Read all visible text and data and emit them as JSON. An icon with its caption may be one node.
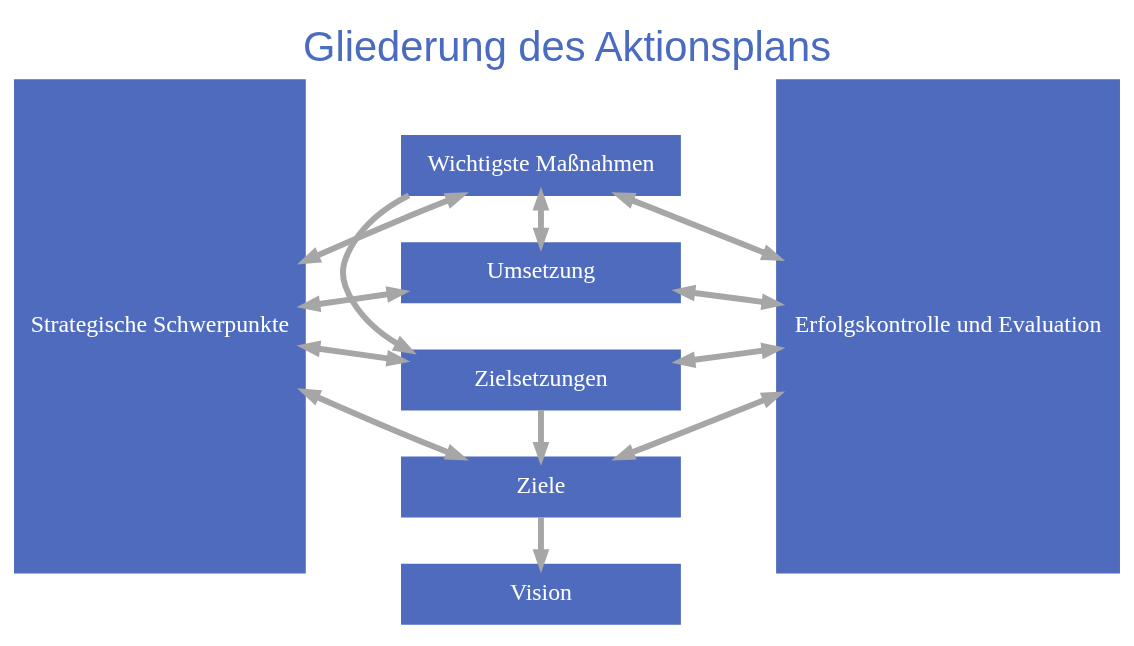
{
  "diagram": {
    "title": "Gliederung des Aktionsplans",
    "nodes": [
      {
        "text": [
          "Strategische Schwerpunkte"
        ]
      },
      {
        "text": [
          "Vision"
        ]
      },
      {
        "text": [
          "Ziele"
        ]
      },
      {
        "text": [
          "Zielsetzungen"
        ]
      },
      {
        "text": [
          "Wichtigste Maßnahmen"
        ]
      },
      {
        "text": [
          "Umsetzung"
        ]
      },
      {
        "text": [
          "Erfolgskontrolle und Evaluation"
        ]
      }
    ],
    "edges": [
      {
        "from": 2,
        "to": 1,
        "arrow": "to"
      },
      {
        "from": 3,
        "to": 2,
        "arrow": "to"
      },
      {
        "from": 4,
        "to": 3,
        "arrow": "to"
      },
      {
        "from": 4,
        "to": 5,
        "arrow": "both"
      },
      {
        "from": 0,
        "to": 2,
        "arrow": "both"
      },
      {
        "from": 0,
        "to": 3,
        "arrow": "both"
      },
      {
        "from": 0,
        "to": 4,
        "arrow": "both"
      },
      {
        "from": 0,
        "to": 5,
        "arrow": "both"
      },
      {
        "from": 2,
        "to": 6,
        "arrow": "both"
      },
      {
        "from": 3,
        "to": 6,
        "arrow": "both"
      },
      {
        "from": 4,
        "to": 6,
        "arrow": "both"
      },
      {
        "from": 5,
        "to": 6,
        "arrow": "both"
      }
    ]
  }
}
